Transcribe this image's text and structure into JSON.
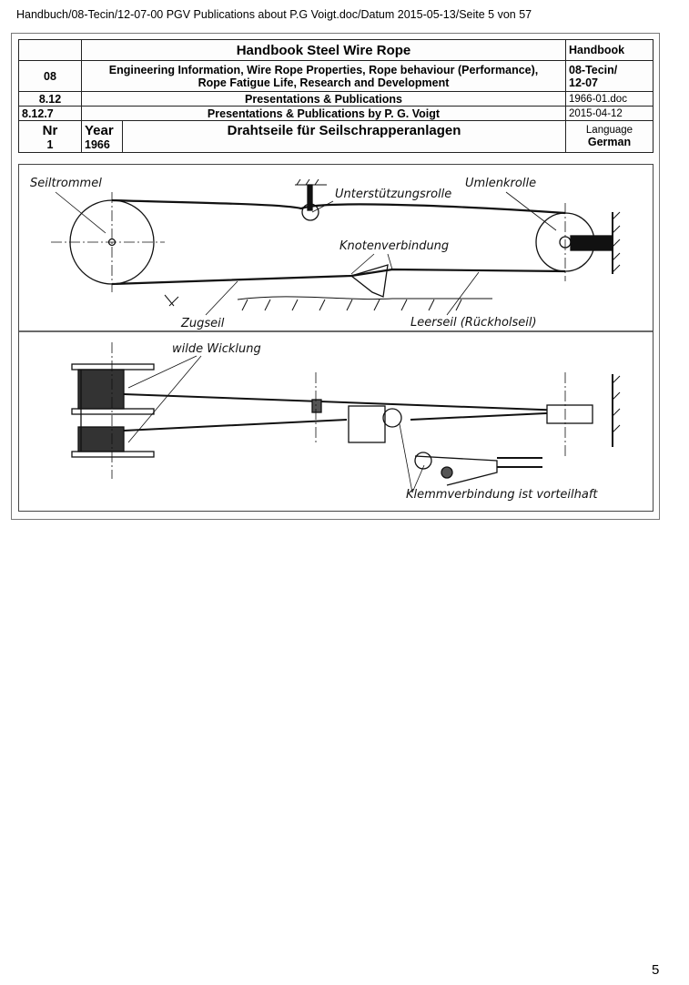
{
  "header_path": "Handbuch/08-Tecin/12-07-00 PGV Publications about P.G Voigt.doc/Datum 2015-05-13/Seite 5 von 57",
  "table": {
    "title": "Handbook Steel Wire Rope",
    "title_right": "Handbook",
    "row1_num": "08",
    "row1_text_line1": "Engineering Information, Wire Rope Properties, Rope behaviour (Performance),",
    "row1_text_line2": "Rope Fatigue Life, Research and Development",
    "row1_right_line1": "08-Tecin/",
    "row1_right_line2": "12-07",
    "row2_num": "8.12",
    "row2_text": "Presentations & Publications",
    "row2_right": "1966-01.doc",
    "row3_num": "8.12.7",
    "row3_text": "Presentations & Publications by  P. G. Voigt",
    "row3_right": "2015-04-12",
    "nr_label": "Nr",
    "nr_value": "1",
    "year_label": "Year",
    "year_value": "1966",
    "doc_title": "Drahtseile für Seilschrapperanlagen",
    "language_label": "Language",
    "language_value": "German"
  },
  "diagram_labels": {
    "seiltrommel": "Seiltrommel",
    "unterstuetzungsrolle": "Unterstützungsrolle",
    "umlenkrolle": "Umlenkrolle",
    "knotenverbindung": "Knotenverbindung",
    "zugseil": "Zugseil",
    "leerseil": "Leerseil (Rückholseil)",
    "wilde_wicklung": "wilde Wicklung",
    "klemmverbindung": "Klemmverbindung ist vorteilhaft"
  },
  "page_number": "5"
}
